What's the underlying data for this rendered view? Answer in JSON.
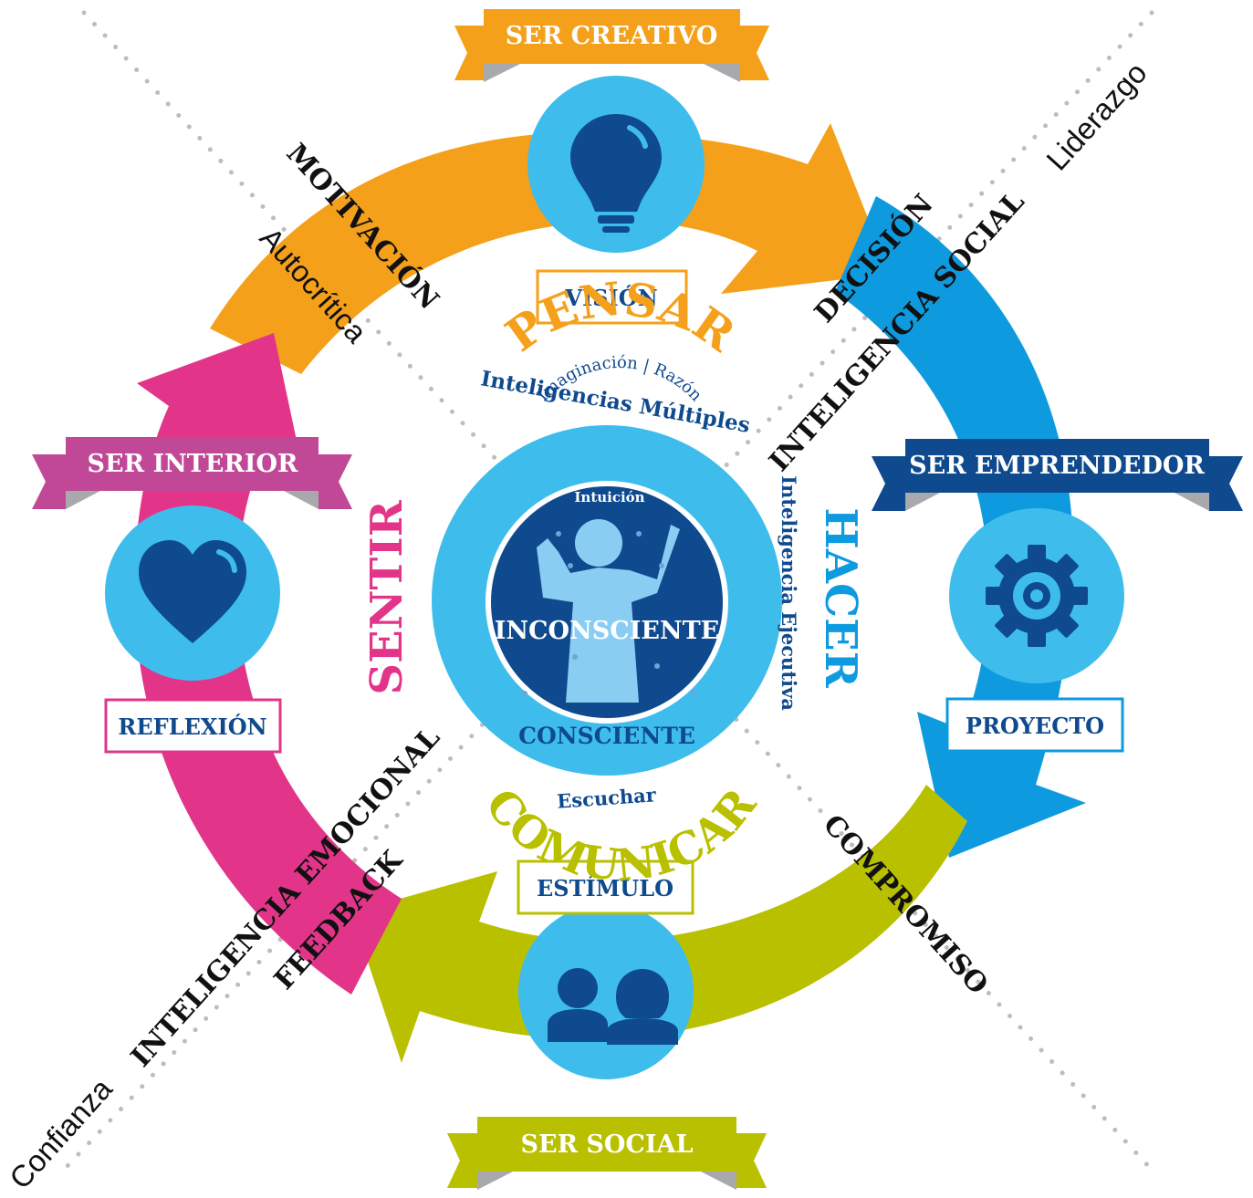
{
  "colors": {
    "orange": "#F5A01A",
    "blue": "#0E9ADF",
    "dark_blue": "#0F4A8E",
    "light_blue": "#3EBDEC",
    "pink": "#E2358A",
    "magenta": "#C14896",
    "olive": "#B9C000",
    "gray_fold": "#A7A9AC",
    "dots": "#BDBDBD"
  },
  "ribbons": {
    "creativo": "SER CREATIVO",
    "emprendedor": "SER EMPRENDEDOR",
    "interior": "SER INTERIOR",
    "social": "SER SOCIAL"
  },
  "boxes": {
    "vision": "VISIÓN",
    "proyecto": "PROYECTO",
    "reflexion": "REFLEXIÓN",
    "estimulo": "ESTÍMULO"
  },
  "icons": {
    "top": "lightbulb-icon",
    "right": "gear-icon",
    "left": "heart-icon",
    "bottom": "people-icon"
  },
  "verbs": {
    "pensar": "PENSAR",
    "pensar_sub": "Inteligencias Múltiples",
    "hacer": "HACER",
    "hacer_sub": "Inteligencia Ejecutiva",
    "sentir": "SENTIR",
    "comunicar": "COMUNICAR",
    "comunicar_sub": "Escuchar"
  },
  "center": {
    "imaginacion_razon": "Imaginación | Razón",
    "intuicion": "Intuición",
    "inconsciente": "INCONSCIENTE",
    "consciente": "CONSCIENTE"
  },
  "diagonals": {
    "motivacion": "MOTIVACIÓN",
    "autocritica": "Autocrítica",
    "decision": "DECISIÓN",
    "inteligencia_social": "INTELIGENCIA SOCIAL",
    "liderazgo": "Liderazgo",
    "compromiso": "COMPROMISO",
    "inteligencia_emocional": "INTELIGENCIA EMOCIONAL",
    "feedback": "FEEDBACK",
    "confianza": "Confianza"
  }
}
